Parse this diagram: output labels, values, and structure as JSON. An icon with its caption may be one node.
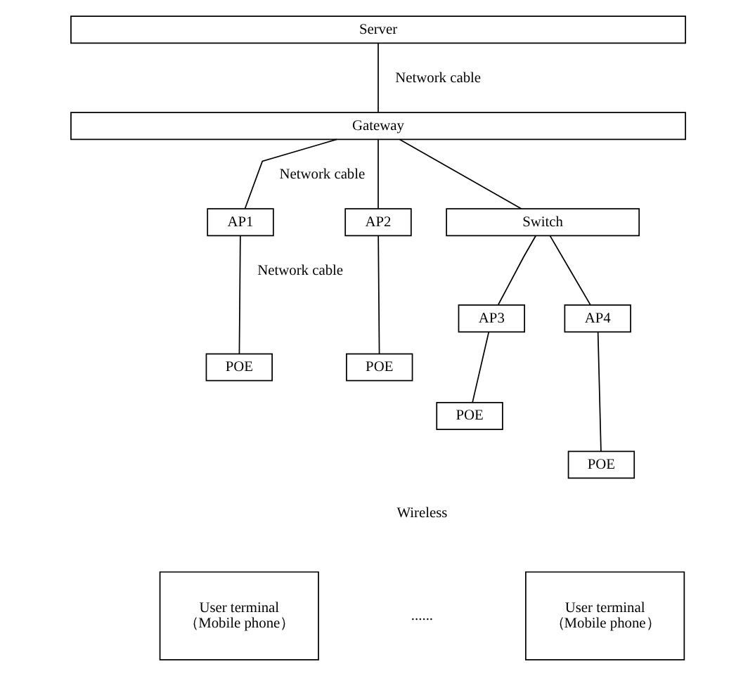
{
  "diagram": {
    "nodes": [
      {
        "text": [
          "Server"
        ]
      },
      {
        "text": [
          "Gateway"
        ]
      },
      {
        "text": [
          "Switch"
        ]
      },
      {
        "text": [
          "AP1"
        ]
      },
      {
        "text": [
          "AP2"
        ]
      },
      {
        "text": [
          "AP3"
        ]
      },
      {
        "text": [
          "AP4"
        ]
      },
      {
        "text": [
          "POE"
        ]
      },
      {
        "text": [
          "POE"
        ]
      },
      {
        "text": [
          "POE"
        ]
      },
      {
        "text": [
          "POE"
        ]
      },
      {
        "text": [
          "User terminal （Mobile phone）"
        ]
      },
      {
        "text": [
          "User terminal （Mobile phone）"
        ]
      }
    ],
    "edges": [
      {
        "from": 0,
        "to": 1,
        "arrow": "none",
        "label": "Network cable"
      },
      {
        "from": 1,
        "to": 3,
        "arrow": "none",
        "label": "Network cable"
      },
      {
        "from": 1,
        "to": 4,
        "arrow": "none"
      },
      {
        "from": 1,
        "to": 2,
        "arrow": "none"
      },
      {
        "from": 2,
        "to": 5,
        "arrow": "none"
      },
      {
        "from": 2,
        "to": 6,
        "arrow": "none"
      },
      {
        "from": 3,
        "to": 7,
        "arrow": "none",
        "label": "Network cable"
      },
      {
        "from": 4,
        "to": 8,
        "arrow": "none"
      },
      {
        "from": 5,
        "to": 9,
        "arrow": "none"
      },
      {
        "from": 6,
        "to": 10,
        "arrow": "none"
      }
    ],
    "labels": [
      "Wireless",
      "......"
    ]
  }
}
